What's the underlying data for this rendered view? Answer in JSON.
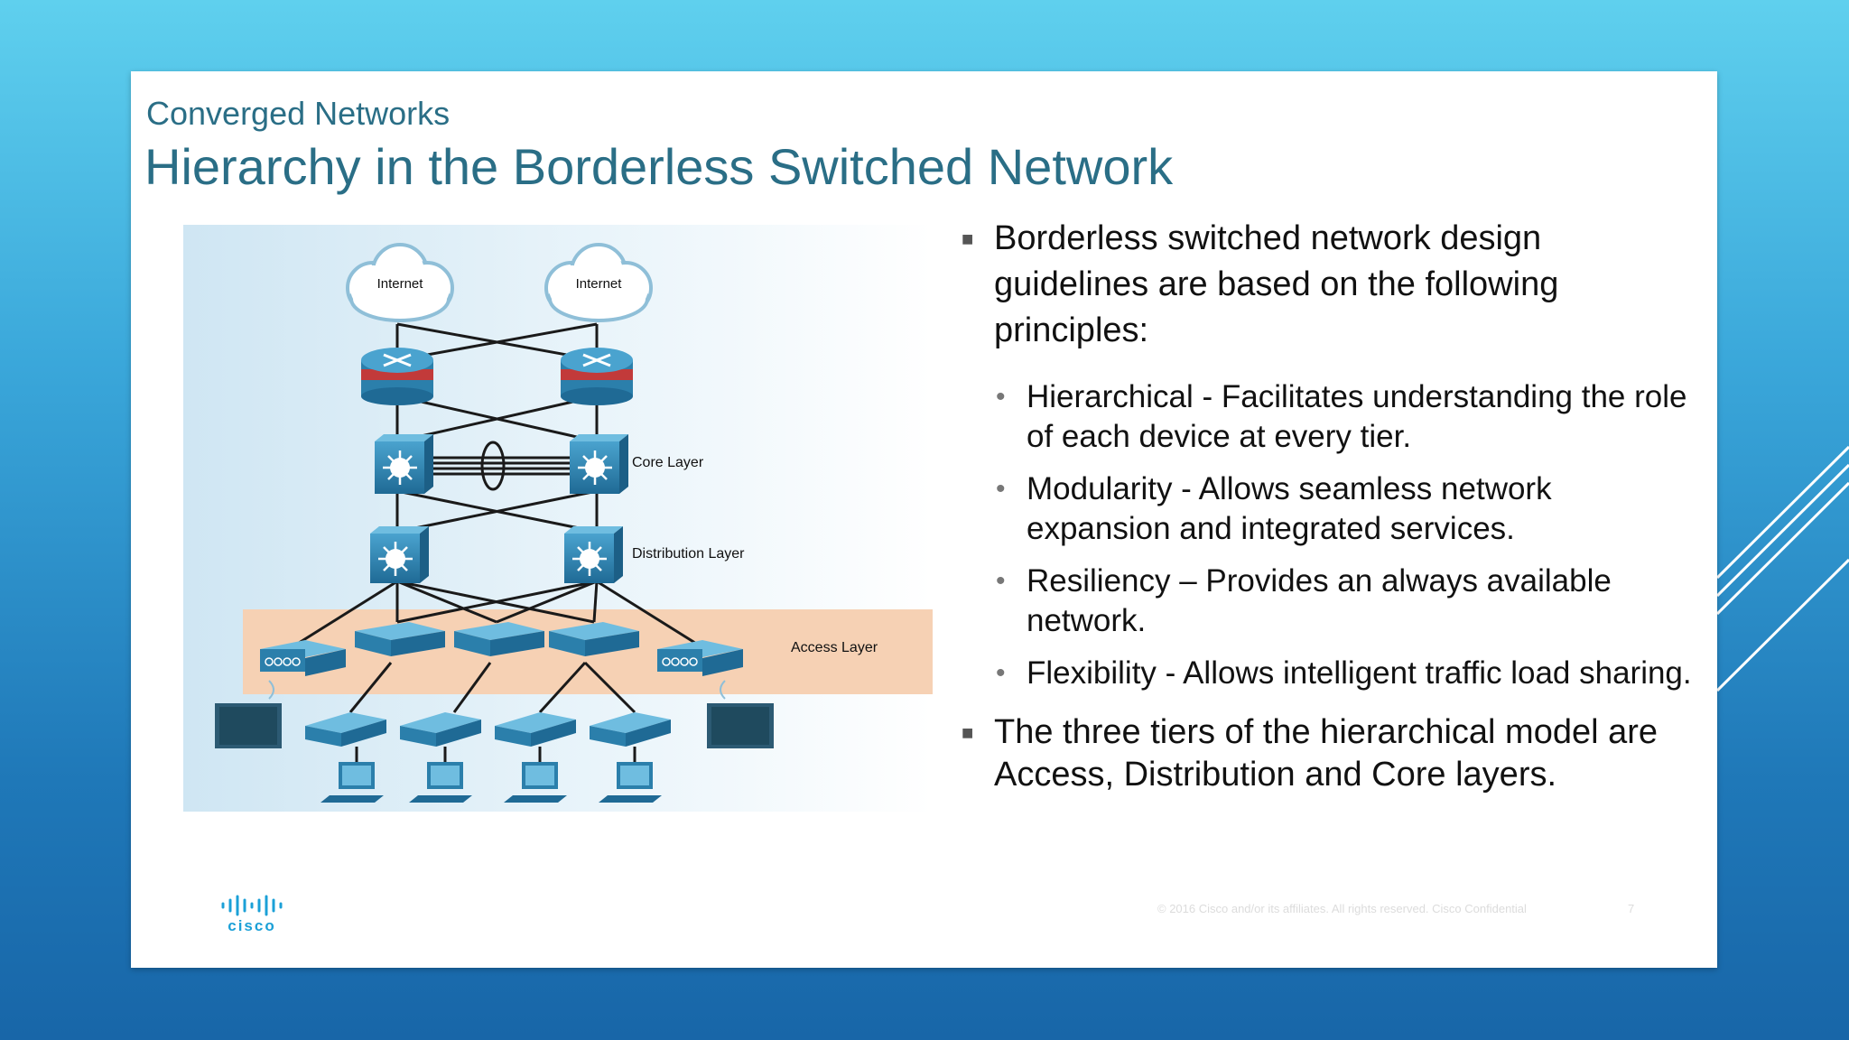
{
  "slide": {
    "subtitle": "Converged Networks",
    "title": "Hierarchy in the Borderless Switched Network"
  },
  "diagram": {
    "clouds": [
      "Internet",
      "Internet"
    ],
    "layers": {
      "core": "Core Layer",
      "distribution": "Distribution Layer",
      "access": "Access Layer"
    }
  },
  "bullets": {
    "intro": "Borderless switched network design guidelines are based on the following principles:",
    "principles": [
      "Hierarchical -  Facilitates understanding the role of each device at every tier.",
      "Modularity  - Allows seamless network expansion and integrated services.",
      "Resiliency – Provides an always available network.",
      "Flexibility - Allows intelligent traffic load sharing."
    ],
    "summary": "The three tiers of the hierarchical model are Access, Distribution and Core layers."
  },
  "logo": {
    "text": "cisco"
  },
  "footer": {
    "copyright": "© 2016  Cisco and/or its affiliates. All rights reserved.   Cisco Confidential",
    "page": "7"
  },
  "colors": {
    "title": "#2a6e86",
    "access_band": "#f6d1b4",
    "device_blue": "#2b7fab",
    "router_red": "#c23a3a"
  }
}
